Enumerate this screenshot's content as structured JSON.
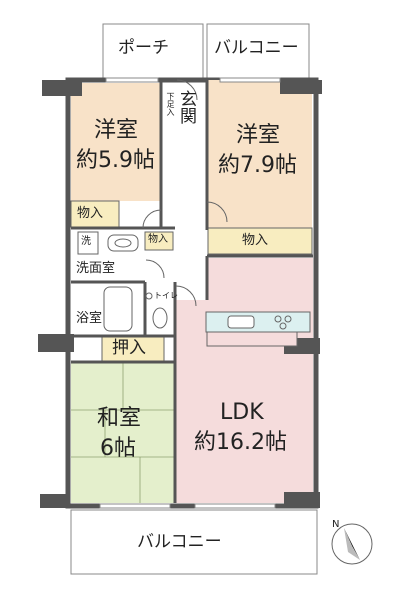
{
  "rooms": {
    "porch": "ポーチ",
    "balcony_top": "バルコニー",
    "genkan": "玄関",
    "western1_name": "洋室",
    "western1_size": "約5.9帖",
    "western2_name": "洋室",
    "western2_size": "約7.9帖",
    "storage1": "物入",
    "storage2": "物入",
    "storage3": "物入",
    "wash": "洗",
    "washroom": "洗面室",
    "bath": "浴室",
    "toilet": "トイレ",
    "oshiire": "押入",
    "washitsu_name": "和室",
    "washitsu_size": "6帖",
    "ldk_name": "LDK",
    "ldk_size": "約16.2帖",
    "balcony_bottom": "バルコニー",
    "shoebox": "下足入",
    "compass_n": "N"
  },
  "colors": {
    "western": "#f8e2c8",
    "ldk": "#f5dcdc",
    "washitsu": "#e4efcc",
    "tag": "#f8edc0",
    "wall": "#555555",
    "corridor": "#ffffff"
  }
}
